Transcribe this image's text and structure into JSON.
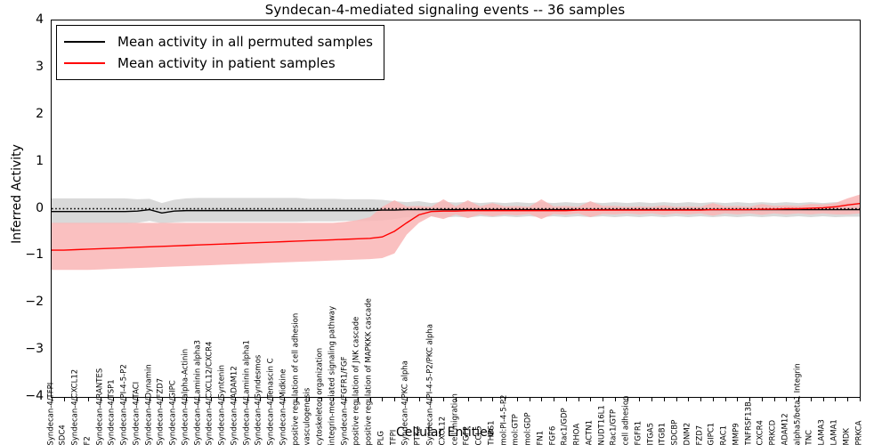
{
  "chart_data": {
    "type": "line",
    "title": "Syndecan-4-mediated signaling events -- 36 samples",
    "xlabel": "Cellular Entities",
    "ylabel": "Inferred Activity",
    "ylim": [
      -4,
      4
    ],
    "yticks": [
      4,
      3,
      2,
      1,
      0,
      -1,
      -2,
      -3,
      -4
    ],
    "grid": false,
    "legend_position": "upper left",
    "zero_reference_line": {
      "value": 0,
      "style": "dotted",
      "color": "#000000"
    },
    "categories": [
      "Syndecan-4/TFPI",
      "SDC4",
      "Syndecan-4/CXCL12",
      "F2",
      "Syndecan-4/RANTES",
      "Syndecan-4/TSP1",
      "Syndecan-4/PI-4-5-P2",
      "Syndecan-4/TACI",
      "Syndecan-4/Dynamin",
      "Syndecan-4/FZD7",
      "Syndecan-4/GIPC",
      "Syndecan-4/alpha-Actinin",
      "Syndecan-4/Laminin alpha3",
      "Syndecan-4/CXCL12/CXCR4",
      "Syndecan-4/Syntenin",
      "Syndecan-4/ADAM12",
      "Syndecan-4/Laminin alpha1",
      "Syndecan-4/Syndesmos",
      "Syndecan-4/Tenascin C",
      "Syndecan-4/Midkine",
      "positive regulation of cell adhesion",
      "vasculogenesis",
      "cytoskeleton organization",
      "integrin-mediated signaling pathway",
      "Syndecan-4/FGFR1/FGF",
      "positive regulation of JNK cascade",
      "positive regulation of MAPKKK cascade",
      "PLG",
      "TFPI",
      "Syndecan-4/PKC alpha",
      "PTK2",
      "Syndecan-4/PI-4-5-P2/PKC alpha",
      "CXCL12",
      "cell migration",
      "FGF2",
      "CCL5",
      "THBS1",
      "mol:PI-4-5-P2",
      "mol:GTP",
      "mol:GDP",
      "FN1",
      "FGF6",
      "Rac1/GDP",
      "RHOA",
      "ACTN1",
      "NUDT16L1",
      "Rac1/GTP",
      "cell adhesion",
      "FGFR1",
      "ITGA5",
      "ITGB1",
      "SDCBP",
      "DNM2",
      "FZD7",
      "GIPC1",
      "RAC1",
      "MMP9",
      "TNFRSF13B",
      "CXCR4",
      "PRKCD",
      "ADAM12",
      "alpha5/beta1 Integrin",
      "TNC",
      "LAMA3",
      "LAMA1",
      "MDK",
      "PRKCA"
    ],
    "series": [
      {
        "name": "Mean activity in all permuted samples",
        "color": "#000000",
        "band_color": "#d9d9d9",
        "values": [
          -0.06,
          -0.06,
          -0.06,
          -0.06,
          -0.06,
          -0.06,
          -0.06,
          -0.05,
          -0.02,
          -0.09,
          -0.05,
          -0.04,
          -0.04,
          -0.04,
          -0.04,
          -0.04,
          -0.04,
          -0.04,
          -0.04,
          -0.04,
          -0.04,
          -0.04,
          -0.04,
          -0.04,
          -0.04,
          -0.04,
          -0.04,
          -0.03,
          -0.03,
          -0.02,
          -0.02,
          -0.02,
          -0.02,
          -0.02,
          -0.02,
          -0.02,
          -0.02,
          -0.02,
          -0.02,
          -0.02,
          -0.02,
          -0.02,
          -0.02,
          -0.02,
          -0.02,
          -0.02,
          -0.02,
          -0.02,
          -0.02,
          -0.02,
          -0.02,
          -0.02,
          -0.02,
          -0.02,
          -0.02,
          -0.02,
          -0.02,
          -0.02,
          -0.02,
          -0.02,
          -0.02,
          -0.02,
          -0.02,
          -0.02,
          -0.02,
          -0.02,
          -0.02
        ],
        "band_upper": [
          0.22,
          0.22,
          0.22,
          0.22,
          0.22,
          0.22,
          0.22,
          0.2,
          0.21,
          0.12,
          0.19,
          0.22,
          0.23,
          0.23,
          0.23,
          0.23,
          0.23,
          0.23,
          0.23,
          0.23,
          0.23,
          0.21,
          0.21,
          0.21,
          0.2,
          0.2,
          0.2,
          0.19,
          0.16,
          0.14,
          0.16,
          0.12,
          0.15,
          0.13,
          0.15,
          0.12,
          0.14,
          0.12,
          0.14,
          0.12,
          0.14,
          0.12,
          0.14,
          0.12,
          0.14,
          0.12,
          0.14,
          0.12,
          0.14,
          0.12,
          0.14,
          0.12,
          0.14,
          0.12,
          0.14,
          0.12,
          0.14,
          0.12,
          0.14,
          0.12,
          0.14,
          0.12,
          0.14,
          0.12,
          0.14,
          0.13,
          0.13
        ],
        "band_lower": [
          -0.32,
          -0.32,
          -0.32,
          -0.32,
          -0.32,
          -0.32,
          -0.32,
          -0.3,
          -0.26,
          -0.31,
          -0.29,
          -0.28,
          -0.28,
          -0.28,
          -0.28,
          -0.28,
          -0.28,
          -0.28,
          -0.28,
          -0.28,
          -0.28,
          -0.27,
          -0.27,
          -0.27,
          -0.26,
          -0.26,
          -0.26,
          -0.25,
          -0.22,
          -0.18,
          -0.2,
          -0.16,
          -0.19,
          -0.17,
          -0.19,
          -0.16,
          -0.18,
          -0.16,
          -0.18,
          -0.16,
          -0.18,
          -0.16,
          -0.18,
          -0.16,
          -0.18,
          -0.16,
          -0.18,
          -0.16,
          -0.18,
          -0.16,
          -0.18,
          -0.16,
          -0.18,
          -0.16,
          -0.18,
          -0.16,
          -0.18,
          -0.16,
          -0.18,
          -0.16,
          -0.18,
          -0.16,
          -0.18,
          -0.16,
          -0.18,
          -0.17,
          -0.17
        ]
      },
      {
        "name": "Mean activity in patient samples",
        "color": "#ff0000",
        "band_color": "#f9b5b5",
        "values": [
          -0.88,
          -0.88,
          -0.87,
          -0.86,
          -0.85,
          -0.84,
          -0.83,
          -0.82,
          -0.81,
          -0.8,
          -0.79,
          -0.78,
          -0.77,
          -0.76,
          -0.75,
          -0.74,
          -0.73,
          -0.72,
          -0.71,
          -0.7,
          -0.69,
          -0.68,
          -0.67,
          -0.66,
          -0.65,
          -0.64,
          -0.63,
          -0.6,
          -0.48,
          -0.3,
          -0.13,
          -0.06,
          -0.05,
          -0.05,
          -0.04,
          -0.04,
          -0.04,
          -0.04,
          -0.04,
          -0.04,
          -0.04,
          -0.04,
          -0.04,
          -0.03,
          -0.03,
          -0.03,
          -0.03,
          -0.03,
          -0.03,
          -0.03,
          -0.03,
          -0.03,
          -0.03,
          -0.03,
          -0.02,
          -0.02,
          -0.02,
          -0.02,
          -0.01,
          -0.01,
          0.0,
          0.0,
          0.01,
          0.02,
          0.04,
          0.08,
          0.11
        ],
        "band_upper": [
          -0.3,
          -0.3,
          -0.3,
          -0.3,
          -0.3,
          -0.3,
          -0.3,
          -0.3,
          -0.3,
          -0.3,
          -0.3,
          -0.3,
          -0.3,
          -0.3,
          -0.3,
          -0.3,
          -0.3,
          -0.3,
          -0.3,
          -0.3,
          -0.3,
          -0.3,
          -0.3,
          -0.3,
          -0.28,
          -0.24,
          -0.18,
          0.04,
          0.18,
          0.05,
          0.06,
          0.04,
          0.2,
          0.05,
          0.18,
          0.05,
          0.12,
          0.05,
          0.06,
          0.04,
          0.2,
          0.05,
          0.06,
          0.04,
          0.16,
          0.06,
          0.06,
          0.04,
          0.05,
          0.04,
          0.07,
          0.04,
          0.05,
          0.04,
          0.12,
          0.05,
          0.06,
          0.04,
          0.1,
          0.06,
          0.07,
          0.06,
          0.1,
          0.09,
          0.12,
          0.22,
          0.3
        ],
        "band_lower": [
          -1.3,
          -1.3,
          -1.3,
          -1.3,
          -1.29,
          -1.28,
          -1.27,
          -1.26,
          -1.25,
          -1.24,
          -1.23,
          -1.22,
          -1.21,
          -1.2,
          -1.19,
          -1.18,
          -1.17,
          -1.16,
          -1.15,
          -1.14,
          -1.13,
          -1.12,
          -1.11,
          -1.1,
          -1.09,
          -1.08,
          -1.07,
          -1.05,
          -0.95,
          -0.55,
          -0.3,
          -0.16,
          -0.22,
          -0.12,
          -0.2,
          -0.12,
          -0.16,
          -0.12,
          -0.14,
          -0.11,
          -0.22,
          -0.11,
          -0.13,
          -0.1,
          -0.18,
          -0.11,
          -0.12,
          -0.1,
          -0.12,
          -0.1,
          -0.13,
          -0.1,
          -0.12,
          -0.1,
          -0.15,
          -0.1,
          -0.12,
          -0.1,
          -0.13,
          -0.1,
          -0.12,
          -0.1,
          -0.12,
          -0.1,
          -0.12,
          -0.12,
          -0.1
        ]
      }
    ]
  },
  "legend": {
    "entries": [
      {
        "label": "Mean activity in all permuted samples",
        "color": "#000000"
      },
      {
        "label": "Mean activity in patient samples",
        "color": "#ff0000"
      }
    ]
  }
}
